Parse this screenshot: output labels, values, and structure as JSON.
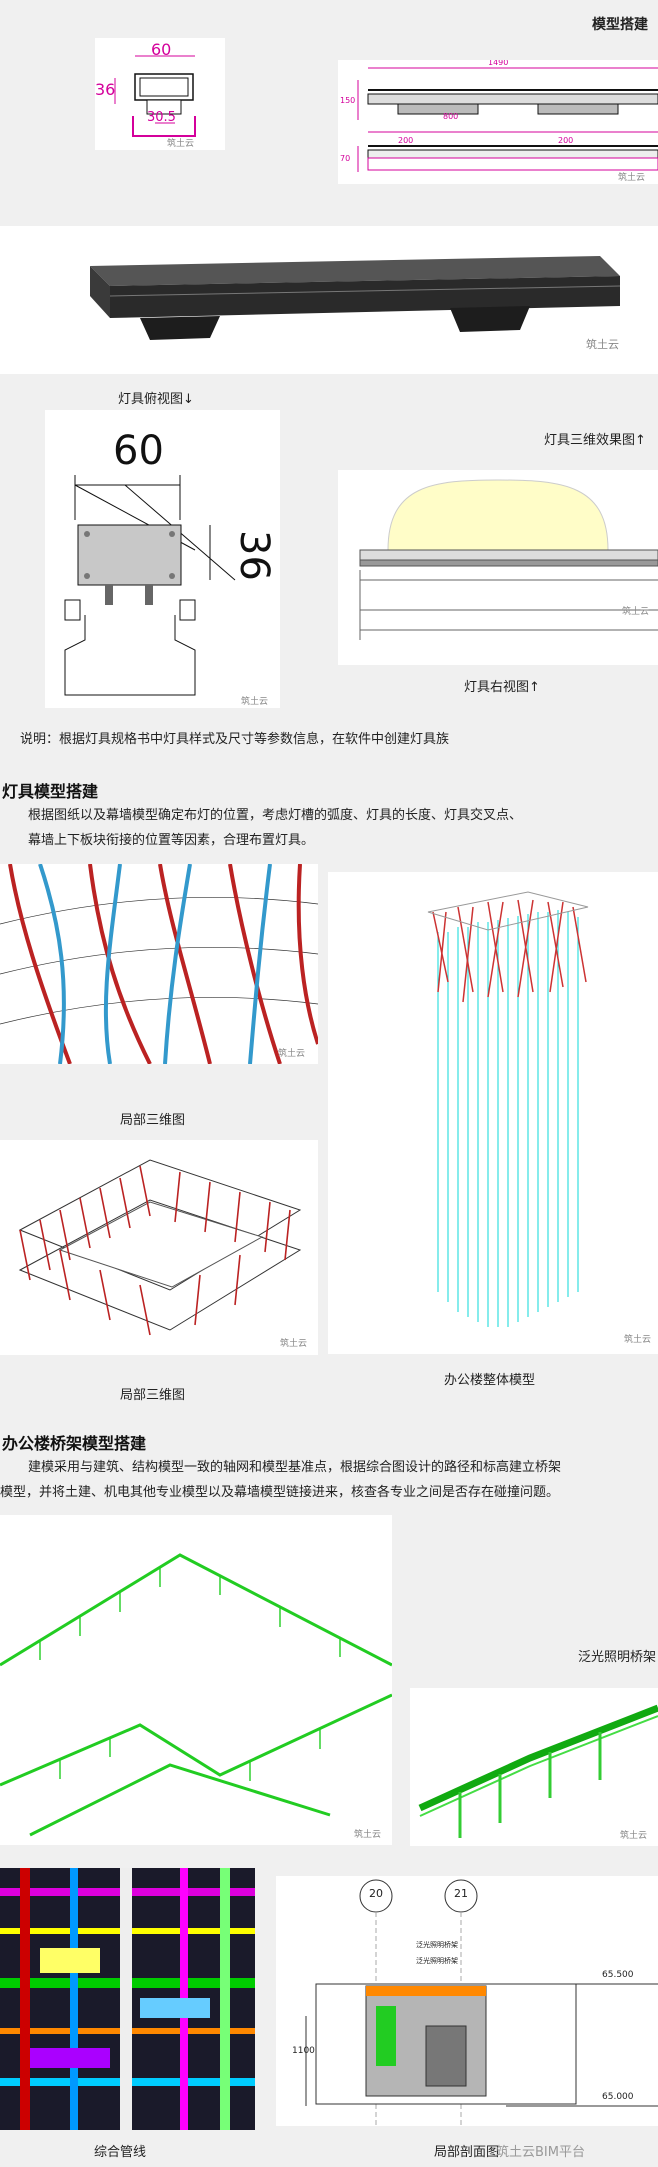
{
  "section_title_top": "模型搭建",
  "watermark": "筑土云",
  "fixture": {
    "dim_width": "60",
    "dim_height": "36",
    "dim_small": "30.5",
    "side_dims": [
      "1490",
      "800",
      "200",
      "200",
      "150",
      "70"
    ],
    "caption_top_view": "灯具俯视图↓",
    "caption_3d": "灯具三维效果图↑",
    "caption_right_view": "灯具右视图↑",
    "note": "说明：根据灯具规格书中灯具样式及尺寸等参数信息，在软件中创建灯具族"
  },
  "section_lamp": {
    "title": "灯具模型搭建",
    "para_line1": "根据图纸以及幕墙模型确定布灯的位置，考虑灯槽的弧度、灯具的长度、灯具交叉点、",
    "para_line2": "幕墙上下板块衔接的位置等因素，合理布置灯具。",
    "caption_local_3d_1": "局部三维图",
    "caption_local_3d_2": "局部三维图",
    "caption_overall": "办公楼整体模型"
  },
  "section_bridge": {
    "title": "办公楼桥架模型搭建",
    "para_line1": "建模采用与建筑、结构模型一致的轴网和模型基准点，根据综合图设计的路径和标高建立桥架",
    "para_line2": "模型，并将土建、机电其他专业模型以及幕墙模型链接进来，核查各专业之间是否存在碰撞问题。",
    "caption_floodlight": "泛光照明桥架",
    "caption_pipes": "综合管线",
    "caption_section": "局部剖面图"
  },
  "section_drawing": {
    "axis_a": "20",
    "axis_b": "21",
    "elev_top": "65.500",
    "elev_bottom": "65.000",
    "label_a": "泛光照明桥架",
    "label_b": "泛光照明桥架",
    "dim_left": "1100"
  },
  "footer_watermark": "筑土云BIM平台"
}
